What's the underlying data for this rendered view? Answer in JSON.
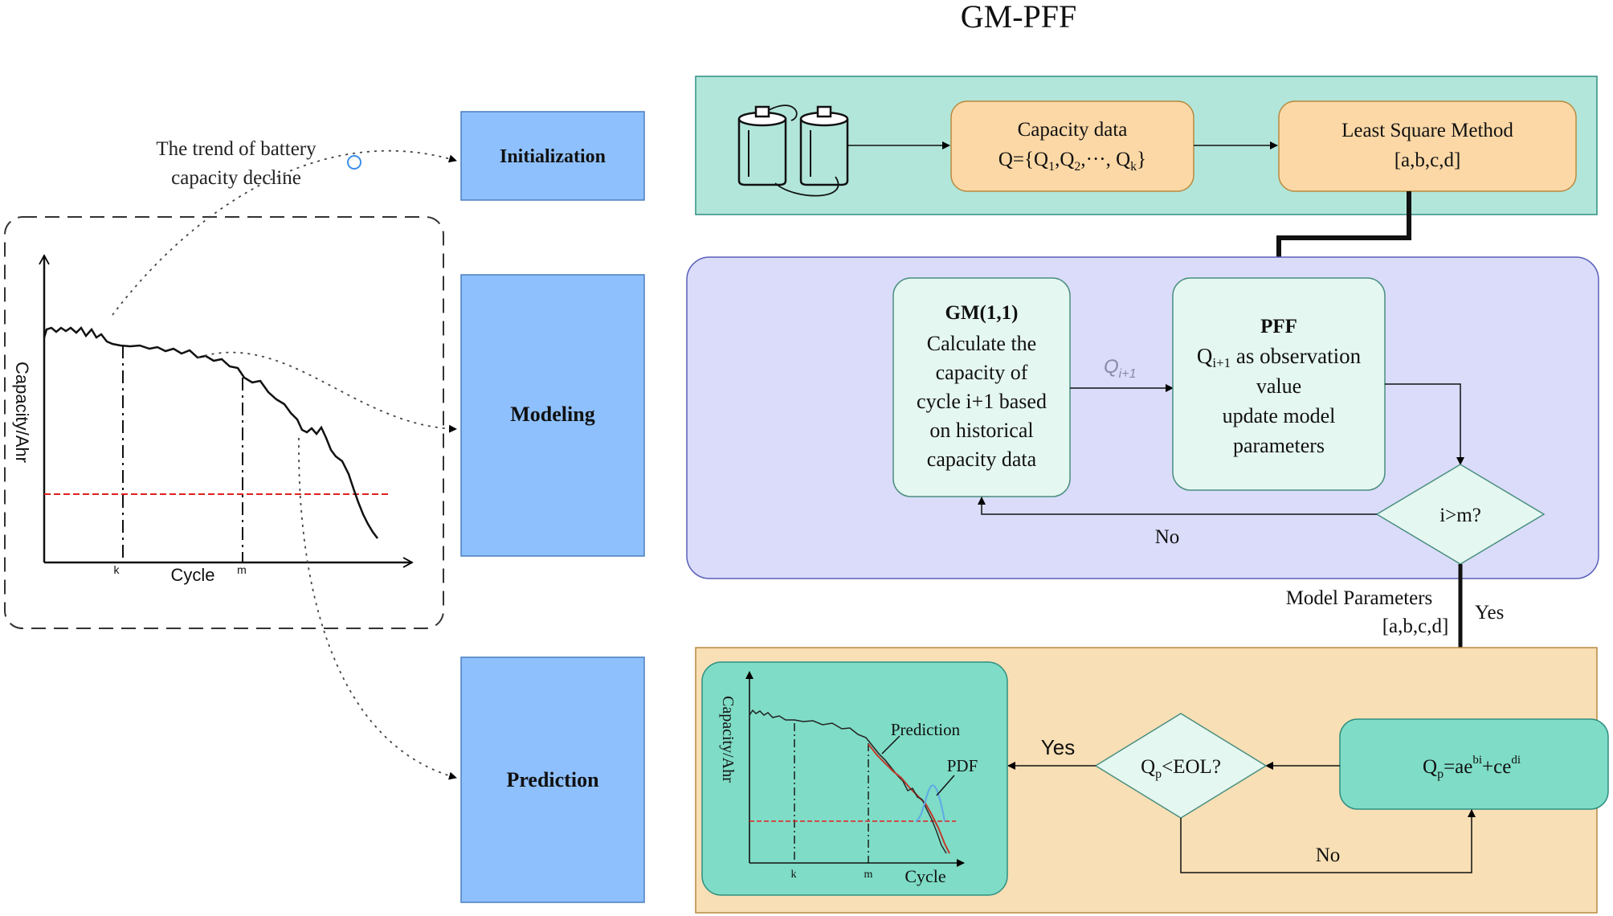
{
  "title": "GM-PFF",
  "colors": {
    "stage_blue": "#8ec0fd",
    "init_panel": "#b2e6da",
    "model_panel": "#dadcfa",
    "pred_panel": "#f8dfb5",
    "orange_box": "#fcd8a6",
    "mint_box": "#e5f7f1",
    "teal_box": "#7fdcc6",
    "red_dash": "#e02020",
    "pred_red": "#c0392b",
    "pdf_blue": "#5fa8e8"
  },
  "stages": {
    "initialization": "Initialization",
    "modeling": "Modeling",
    "prediction": "Prediction"
  },
  "trend": {
    "line1": "The trend of battery",
    "line2": "capacity decline"
  },
  "left_chart": {
    "ylabel": "Capacity/Ahr",
    "xlabel": "Cycle",
    "k": "k",
    "m": "m"
  },
  "init": {
    "capacity_title": "Capacity data",
    "capacity_q_pre": "Q={Q",
    "capacity_sub1": "1",
    "capacity_q_mid": ",Q",
    "capacity_sub2": "2",
    "capacity_q_dots": ",···, Q",
    "capacity_subk": "k",
    "capacity_q_end": "}",
    "lsm_title": "Least Square Method",
    "lsm_params": "[a,b,c,d]"
  },
  "modeling": {
    "gm_title": "GM(1,1)",
    "gm_lines": [
      "Calculate the",
      "capacity of",
      "cycle i+1 based",
      "on historical",
      "capacity data"
    ],
    "q_label": "Q",
    "q_sub": "i+1",
    "pff_title": "PFF",
    "pff_q": "Q",
    "pff_q_sub": "i+1",
    "pff_line1_rest": "as observation",
    "pff_lines": [
      "value",
      "update model",
      "parameters"
    ],
    "decision": "i>m?",
    "no_label": "No"
  },
  "between": {
    "model_params_line1": "Model Parameters",
    "model_params_line2": "[a,b,c,d]",
    "yes_label": "Yes"
  },
  "prediction": {
    "formula_q": "Q",
    "formula_sub": "p",
    "formula_eq": "=ae",
    "formula_sup1": "bi",
    "formula_plus": "+ce",
    "formula_sup2": "di",
    "decision_q": "Q",
    "decision_sub": "p",
    "decision_rest": "<EOL?",
    "yes_label": "Yes",
    "no_label": "No",
    "mini_ylabel": "Capacity/Ahr",
    "mini_xlabel": "Cycle",
    "mini_k": "k",
    "mini_m": "m",
    "prediction_label": "Prediction",
    "pdf_label": "PDF"
  }
}
